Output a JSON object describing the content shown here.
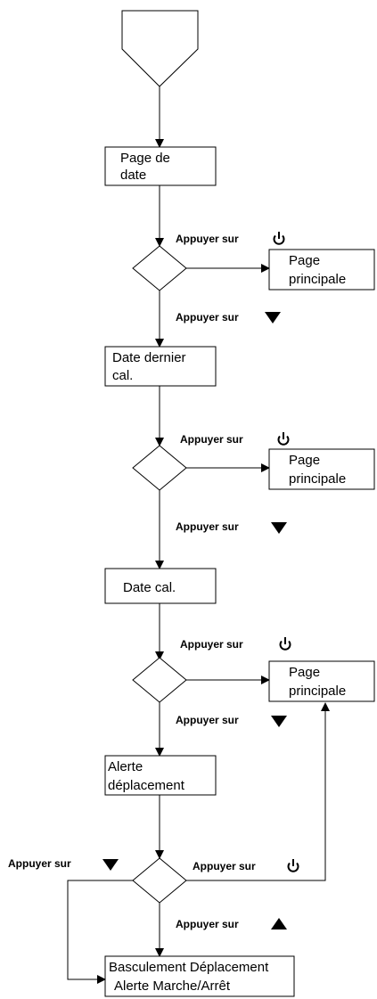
{
  "boxes": {
    "date_page": [
      "Page de",
      "date"
    ],
    "main1": [
      "Page",
      "principale"
    ],
    "last_cal": [
      "Date dernier",
      "cal."
    ],
    "main2": [
      "Page",
      "principale"
    ],
    "cal_date": [
      "Date cal."
    ],
    "main3": [
      "Page",
      "principale"
    ],
    "move_alert": [
      "Alerte",
      "déplacement"
    ],
    "toggle": [
      "Basculement Déplacement",
      "Alerte Marche/Arrêt"
    ]
  },
  "labels": {
    "press": "Appuyer sur"
  },
  "icons": {
    "power": "power-icon",
    "down": "down-triangle-icon",
    "up": "up-triangle-icon"
  }
}
